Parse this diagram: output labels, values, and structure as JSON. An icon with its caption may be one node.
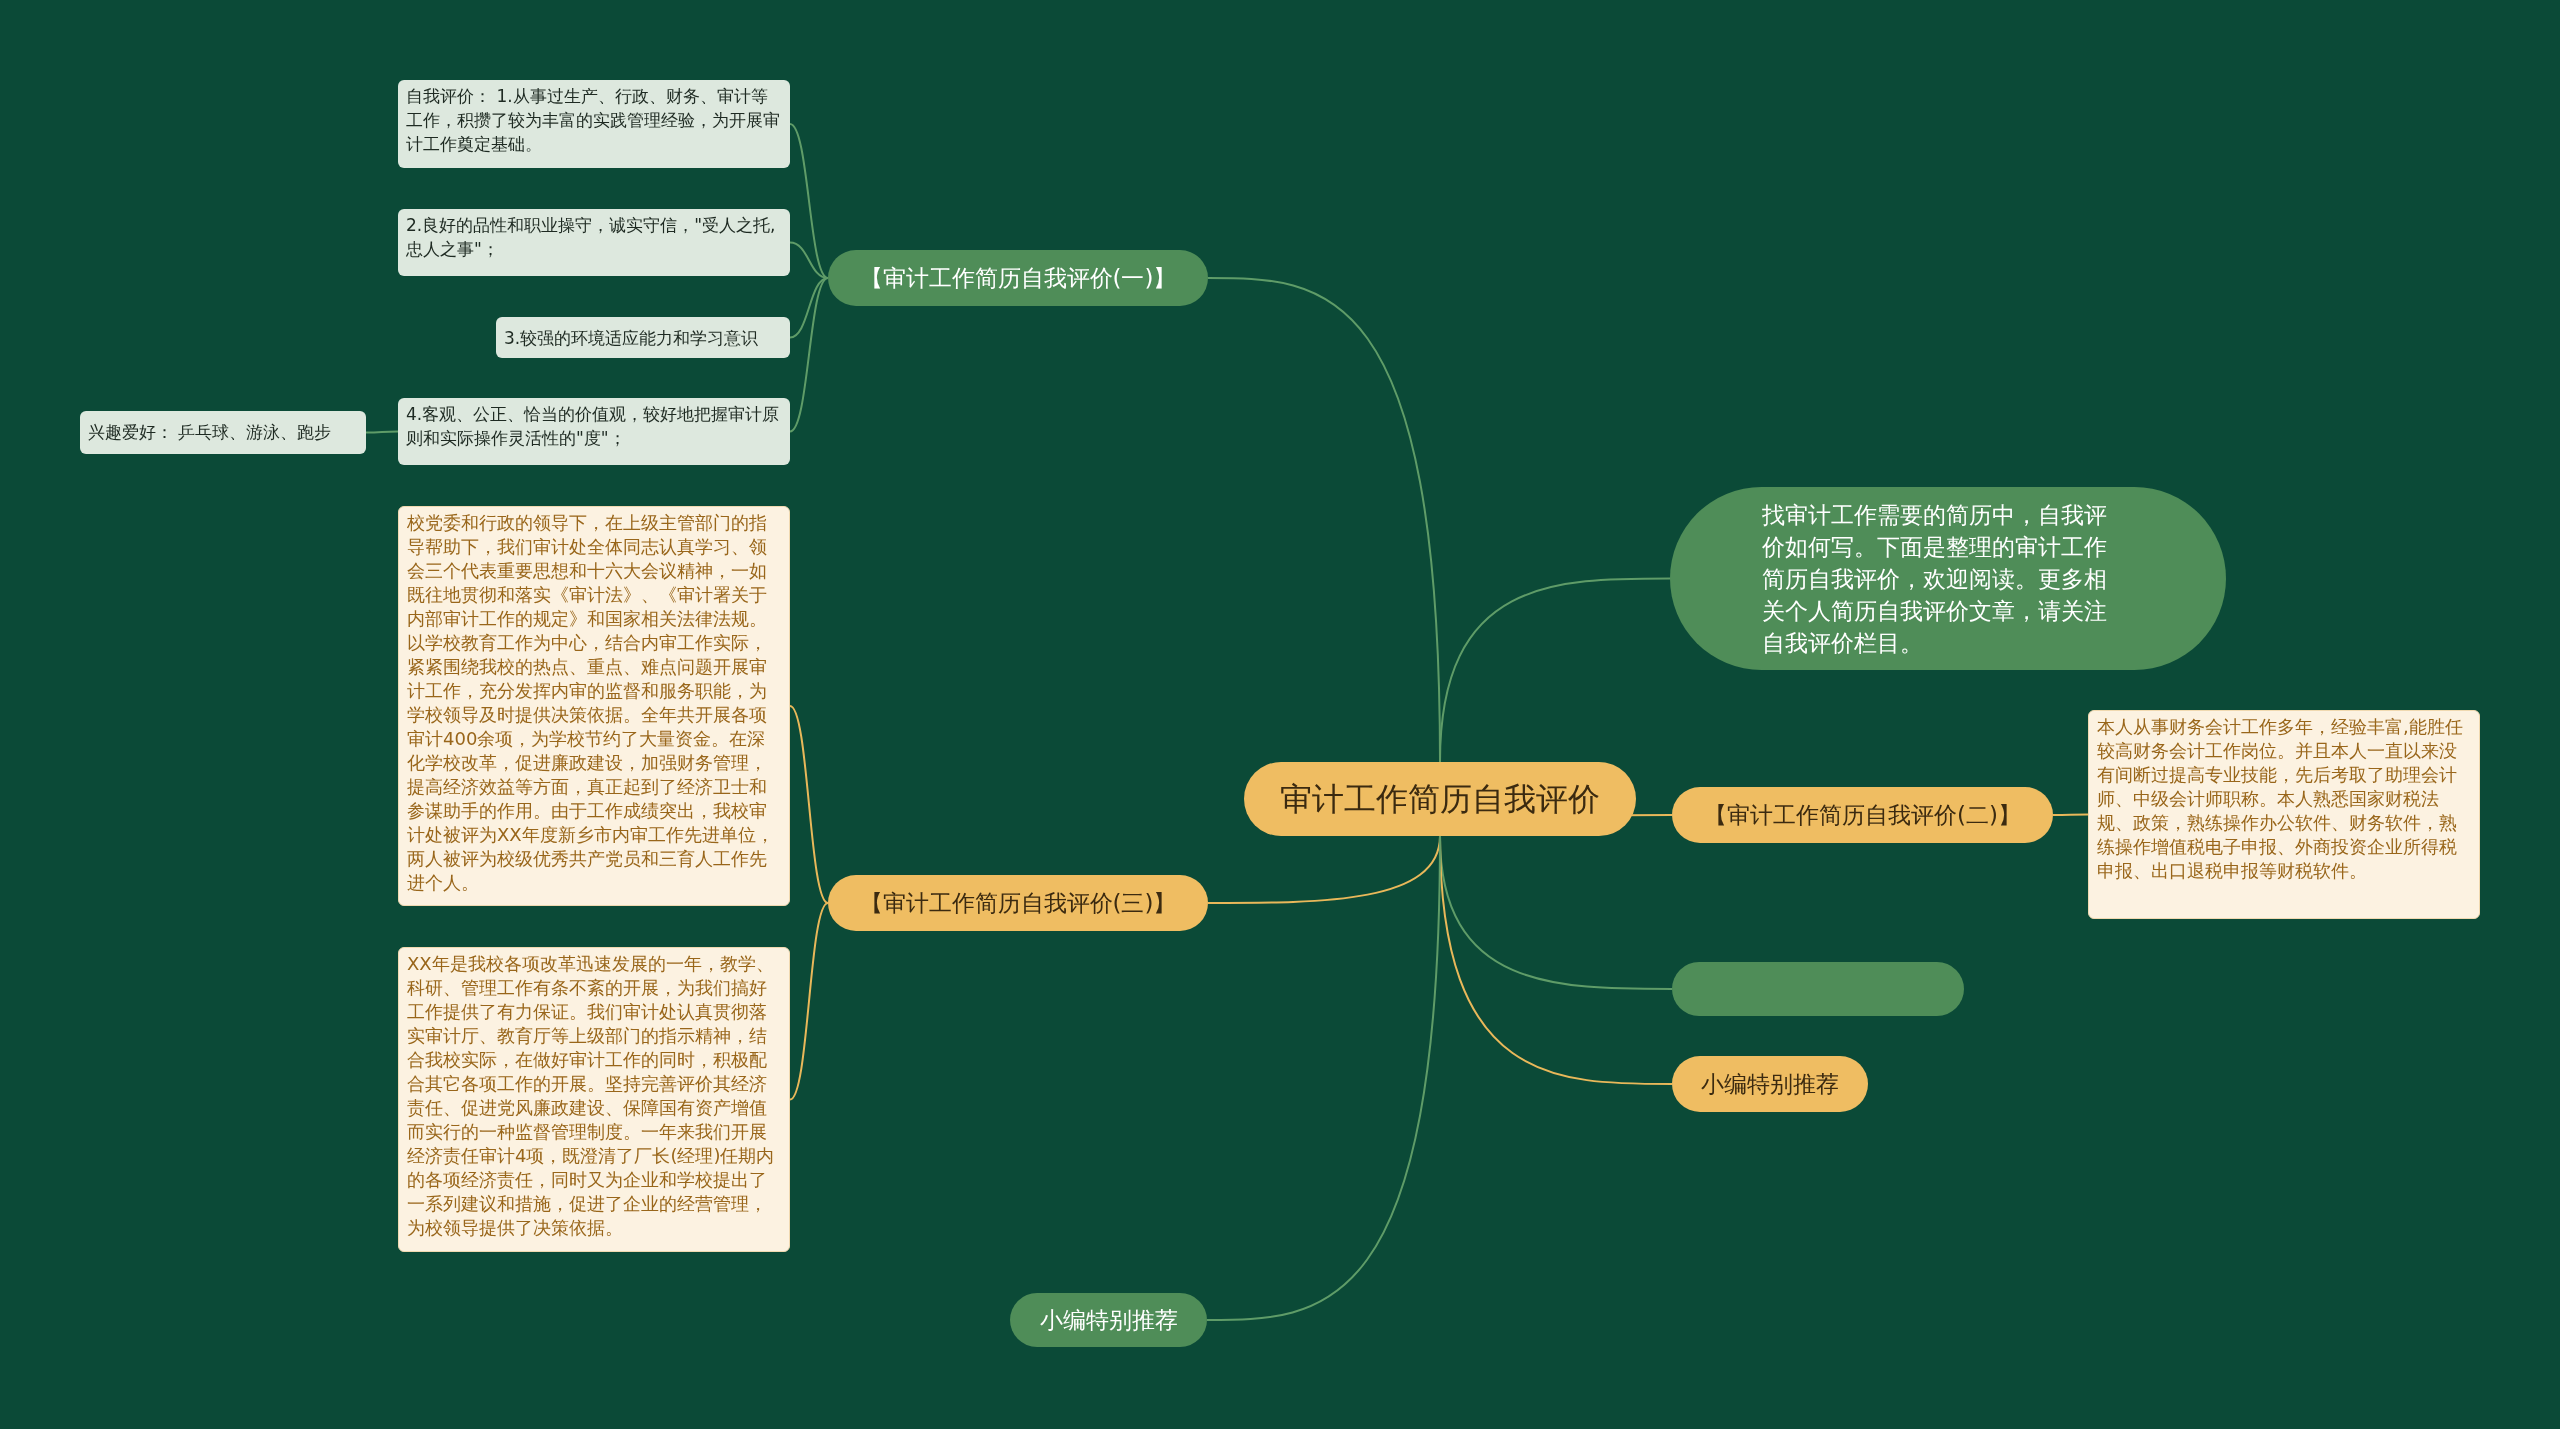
{
  "diagram": {
    "nodes": [
      {
        "text": [
          "审计工作简历自我评价"
        ]
      },
      {
        "text": [
          "【审计工作简历自我评价(一)】"
        ]
      },
      {
        "text": [
          "自我评价： 1.从事过生产、行政、财务、审计等工作，积攒了较为丰富的实践管理经验，为开展审计工作奠定基础。"
        ]
      },
      {
        "text": [
          "2.良好的品性和职业操守，诚实守信，\"受人之托,忠人之事\"；"
        ]
      },
      {
        "text": [
          "3.较强的环境适应能力和学习意识"
        ]
      },
      {
        "text": [
          "4.客观、公正、恰当的价值观，较好地把握审计原则和实际操作灵活性的\"度\"；"
        ]
      },
      {
        "text": [
          "兴趣爱好： 乒乓球、游泳、跑步"
        ]
      },
      {
        "text": [
          "找审计工作需要的简历中，自我评价如何写。下面是整理的审计工作简历自我评价，欢迎阅读。更多相关个人简历自我评价文章，请关注自我评价栏目。"
        ]
      },
      {
        "text": [
          "【审计工作简历自我评价(二)】"
        ]
      },
      {
        "text": [
          "本人从事财务会计工作多年，经验丰富,能胜任较高财务会计工作岗位。并且本人一直以来没有间断过提高专业技能，先后考取了助理会计师、中级会计师职称。本人熟悉国家财税法规、政策，熟练操作办公软件、财务软件，熟练操作增值税电子申报、外商投资企业所得税申报、出口退税申报等财税软件。"
        ]
      },
      {
        "text": [],
        "shape": "box"
      },
      {
        "text": [
          "小编特别推荐"
        ]
      },
      {
        "text": [
          "【审计工作简历自我评价(三)】"
        ]
      },
      {
        "text": [
          "校党委和行政的领导下，在上级主管部门的指导帮助下，我们审计处全体同志认真学习、领会三个代表重要思想和十六大会议精神，一如既往地贯彻和落实《审计法》、《审计署关于内部审计工作的规定》和国家相关法律法规。以学校教育工作为中心，结合内审工作实际，紧紧围绕我校的热点、重点、难点问题开展审计工作，充分发挥内审的监督和服务职能，为学校领导及时提供决策依据。全年共开展各项审计400余项，为学校节约了大量资金。在深化学校改革，促进廉政建设，加强财务管理，提高经济效益等方面，真正起到了经济卫士和参谋助手的作用。由于工作成绩突出，我校审计处被评为XX年度新乡市内审工作先进单位，两人被评为校级优秀共产党员和三育人工作先进个人。"
        ]
      },
      {
        "text": [
          "XX年是我校各项改革迅速发展的一年，教学、科研、管理工作有条不紊的开展，为我们搞好工作提供了有力保证。我们审计处认真贯彻落实审计厅、教育厅等上级部门的指示精神，结合我校实际，在做好审计工作的同时，积极配合其它各项工作的开展。坚持完善评价其经济责任、促进党风廉政建设、保障国有资产增值而实行的一种监督管理制度。一年来我们开展经济责任审计4项，既澄清了厂长(经理)任期内的各项经济责任，同时又为企业和学校提出了一系列建议和措施，促进了企业的经营管理，为校领导提供了决策依据。"
        ]
      },
      {
        "text": [
          "小编特别推荐"
        ]
      }
    ],
    "edges": [
      {
        "from": 0,
        "to": 1,
        "arrow": "none"
      },
      {
        "from": 1,
        "to": 2,
        "arrow": "none"
      },
      {
        "from": 1,
        "to": 3,
        "arrow": "none"
      },
      {
        "from": 1,
        "to": 4,
        "arrow": "none"
      },
      {
        "from": 1,
        "to": 5,
        "arrow": "none"
      },
      {
        "from": 5,
        "to": 6,
        "arrow": "none"
      },
      {
        "from": 0,
        "to": 7,
        "arrow": "none"
      },
      {
        "from": 0,
        "to": 8,
        "arrow": "none",
        "color": "#e9b85a"
      },
      {
        "from": 8,
        "to": 9,
        "arrow": "none",
        "color": "#e9b85a"
      },
      {
        "from": 0,
        "to": 10,
        "arrow": "none"
      },
      {
        "from": 0,
        "to": 11,
        "arrow": "none",
        "color": "#e9b85a"
      },
      {
        "from": 0,
        "to": 12,
        "arrow": "none",
        "color": "#e9b85a"
      },
      {
        "from": 12,
        "to": 13,
        "arrow": "none",
        "color": "#e9b85a"
      },
      {
        "from": 12,
        "to": 14,
        "arrow": "none",
        "color": "#e9b85a"
      },
      {
        "from": 0,
        "to": 15,
        "arrow": "none"
      }
    ]
  }
}
